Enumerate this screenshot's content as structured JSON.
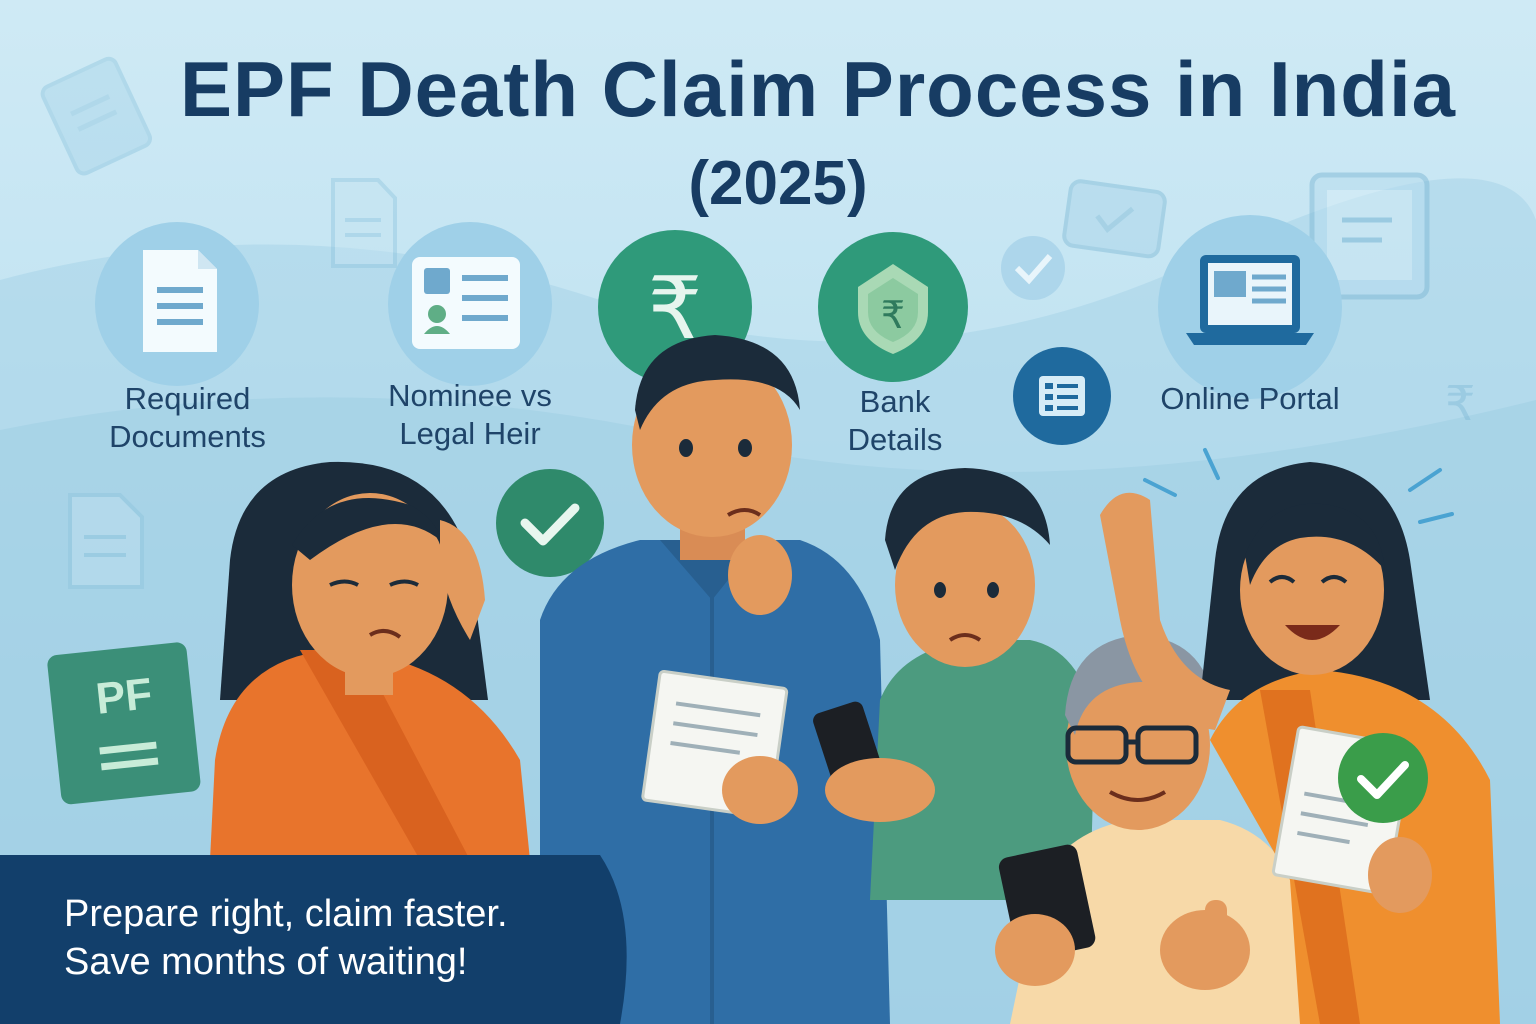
{
  "title_line1": "EPF Death Claim Process in India",
  "title_line2": "(2025)",
  "features": [
    {
      "label_line1": "Required",
      "label_line2": "Documents",
      "icon": "document-icon"
    },
    {
      "label_line1": "Nominee vs",
      "label_line2": "Legal Heir",
      "icon": "id-card-icon"
    },
    {
      "label_line1": "",
      "label_line2": "",
      "icon": "rupee-icon"
    },
    {
      "label_line1": "Bank",
      "label_line2": "Details",
      "icon": "bank-shield-icon"
    },
    {
      "label_line1": "Online Portal",
      "label_line2": "",
      "icon": "laptop-icon"
    }
  ],
  "pf_badge": "PF",
  "rupee_symbol": "₹",
  "banner": {
    "line1": "Prepare right, claim faster.",
    "line2": "Save months of waiting!"
  },
  "colors": {
    "title": "#173c63",
    "banner": "#123f6b",
    "accent_green": "#2f9a7a",
    "check_green": "#3a9d4a"
  }
}
